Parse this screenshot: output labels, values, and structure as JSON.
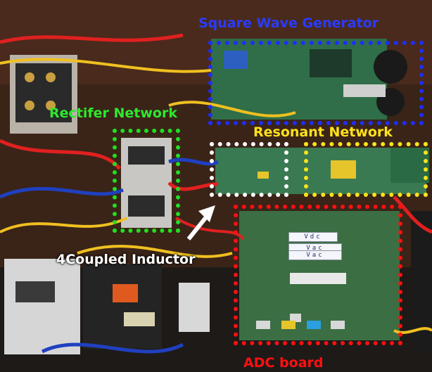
{
  "labels": {
    "square_wave_generator": "Square Wave Generator",
    "rectifier_network": "Rectifer Network",
    "resonant_network": "Resonant Network",
    "coupled_inductor": "4Coupled Inductor",
    "adc_board": "ADC board"
  },
  "board_chips": {
    "vdc": "Vdc",
    "vac1": "Vac",
    "vac2": "Vac"
  },
  "colors": {
    "square_wave_generator": "#1f2dff",
    "rectifier_network": "#1fe01f",
    "coupled_inductor": "#ffffff",
    "resonant_network": "#ffe21a",
    "adc_board": "#ff1010"
  }
}
